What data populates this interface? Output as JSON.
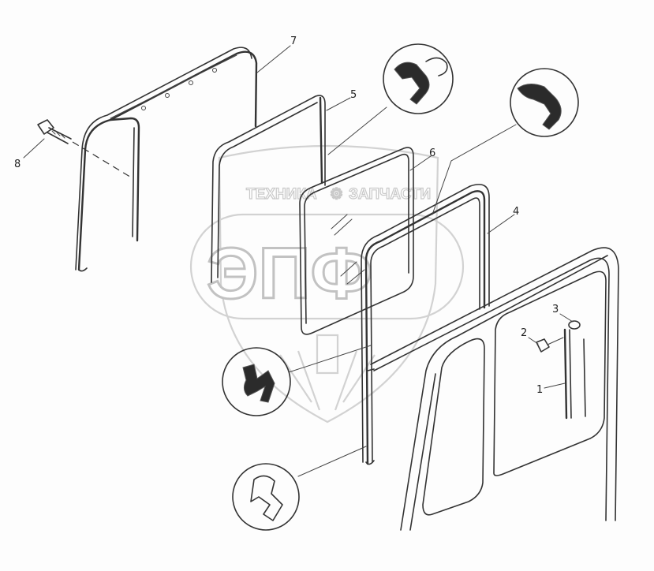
{
  "watermark": {
    "top_text_left": "ТЕХНИКА",
    "top_text_right": "ЗАПЧАСТИ",
    "big_text": "ЭПФ"
  },
  "callouts": [
    "1",
    "2",
    "3",
    "4",
    "5",
    "6",
    "7",
    "8"
  ],
  "colors": {
    "line": "#333333",
    "watermark": "#cccccc",
    "background": "#fdfdfd"
  }
}
